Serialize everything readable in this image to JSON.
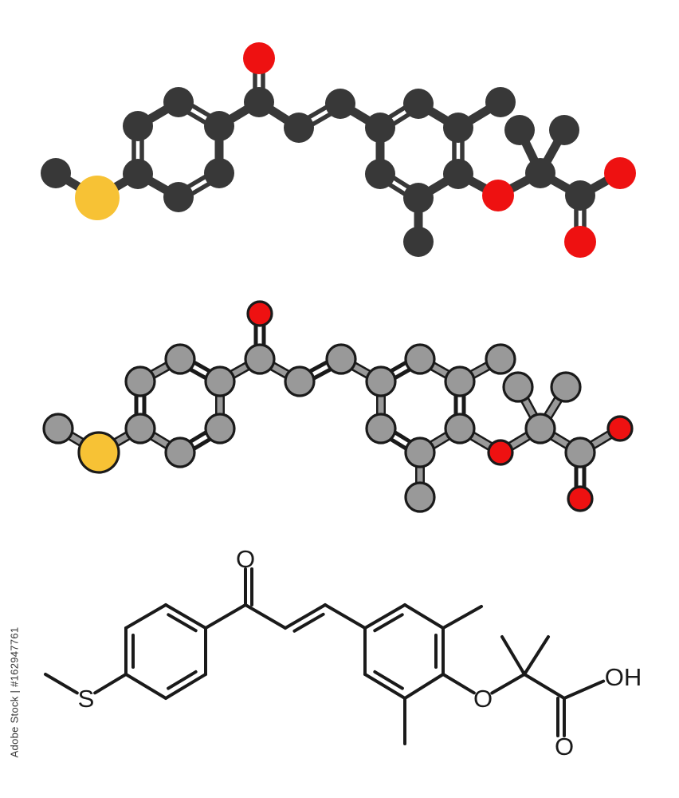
{
  "colors": {
    "carbon_3d": "#383838",
    "carbon_flat": "#999999",
    "oxygen": "#ee1111",
    "sulfur": "#f7c235",
    "outline": "#1a1a1a",
    "bond_3d": "#383838",
    "line": "#1a1a1a"
  },
  "side_label": "Adobe Stock | #162947761",
  "skeletal_labels": {
    "ketone_oxygen": "O",
    "sulfur": "S",
    "ether_oxygen": "O",
    "hydroxyl": "OH",
    "carbonyl_oxygen": "O"
  },
  "molecule": {
    "atoms": [
      {
        "id": "C_me_s",
        "element": "C",
        "name": "methyl-carbon-thio"
      },
      {
        "id": "S",
        "element": "S",
        "name": "sulfur-atom"
      },
      {
        "id": "C1",
        "element": "C",
        "name": "ring1-carbon-1"
      },
      {
        "id": "C2",
        "element": "C",
        "name": "ring1-carbon-2"
      },
      {
        "id": "C3",
        "element": "C",
        "name": "ring1-carbon-3"
      },
      {
        "id": "C4",
        "element": "C",
        "name": "ring1-carbon-4"
      },
      {
        "id": "C5",
        "element": "C",
        "name": "ring1-carbon-5"
      },
      {
        "id": "C6",
        "element": "C",
        "name": "ring1-carbon-6"
      },
      {
        "id": "C7",
        "element": "C",
        "name": "ketone-carbon"
      },
      {
        "id": "O1",
        "element": "O",
        "name": "ketone-oxygen"
      },
      {
        "id": "C8",
        "element": "C",
        "name": "vinyl-carbon-1"
      },
      {
        "id": "C9",
        "element": "C",
        "name": "vinyl-carbon-2"
      },
      {
        "id": "C10",
        "element": "C",
        "name": "ring2-carbon-1"
      },
      {
        "id": "C11",
        "element": "C",
        "name": "ring2-carbon-2"
      },
      {
        "id": "C12",
        "element": "C",
        "name": "ring2-carbon-3"
      },
      {
        "id": "C13",
        "element": "C",
        "name": "ring2-carbon-4"
      },
      {
        "id": "C14",
        "element": "C",
        "name": "ring2-carbon-5"
      },
      {
        "id": "C15",
        "element": "C",
        "name": "ring2-carbon-6"
      },
      {
        "id": "CMe1",
        "element": "C",
        "name": "ring-methyl-carbon-1"
      },
      {
        "id": "CMe2",
        "element": "C",
        "name": "ring-methyl-carbon-2"
      },
      {
        "id": "O2",
        "element": "O",
        "name": "ether-oxygen"
      },
      {
        "id": "Cq",
        "element": "C",
        "name": "quaternary-carbon"
      },
      {
        "id": "CMe3",
        "element": "C",
        "name": "gem-methyl-carbon-1"
      },
      {
        "id": "CMe4",
        "element": "C",
        "name": "gem-methyl-carbon-2"
      },
      {
        "id": "C16",
        "element": "C",
        "name": "carboxyl-carbon"
      },
      {
        "id": "O3",
        "element": "O",
        "name": "hydroxyl-oxygen"
      },
      {
        "id": "O4",
        "element": "O",
        "name": "carbonyl-oxygen"
      }
    ],
    "bonds": [
      {
        "a": "C_me_s",
        "b": "S",
        "order": 1
      },
      {
        "a": "S",
        "b": "C1",
        "order": 1
      },
      {
        "a": "C1",
        "b": "C2",
        "order": 2
      },
      {
        "a": "C2",
        "b": "C3",
        "order": 1
      },
      {
        "a": "C3",
        "b": "C4",
        "order": 2
      },
      {
        "a": "C4",
        "b": "C5",
        "order": 1
      },
      {
        "a": "C5",
        "b": "C6",
        "order": 2
      },
      {
        "a": "C6",
        "b": "C1",
        "order": 1
      },
      {
        "a": "C4",
        "b": "C7",
        "order": 1
      },
      {
        "a": "C7",
        "b": "O1",
        "order": 2
      },
      {
        "a": "C7",
        "b": "C8",
        "order": 1
      },
      {
        "a": "C8",
        "b": "C9",
        "order": 2
      },
      {
        "a": "C9",
        "b": "C10",
        "order": 1
      },
      {
        "a": "C10",
        "b": "C11",
        "order": 2
      },
      {
        "a": "C11",
        "b": "C12",
        "order": 1
      },
      {
        "a": "C12",
        "b": "C13",
        "order": 2
      },
      {
        "a": "C13",
        "b": "C14",
        "order": 1
      },
      {
        "a": "C14",
        "b": "C15",
        "order": 2
      },
      {
        "a": "C15",
        "b": "C10",
        "order": 1
      },
      {
        "a": "C12",
        "b": "CMe1",
        "order": 1
      },
      {
        "a": "C14",
        "b": "CMe2",
        "order": 1
      },
      {
        "a": "C13",
        "b": "O2",
        "order": 1
      },
      {
        "a": "O2",
        "b": "Cq",
        "order": 1
      },
      {
        "a": "Cq",
        "b": "CMe3",
        "order": 1
      },
      {
        "a": "Cq",
        "b": "CMe4",
        "order": 1
      },
      {
        "a": "Cq",
        "b": "C16",
        "order": 1
      },
      {
        "a": "C16",
        "b": "O3",
        "order": 1
      },
      {
        "a": "C16",
        "b": "O4",
        "order": 2
      }
    ]
  }
}
